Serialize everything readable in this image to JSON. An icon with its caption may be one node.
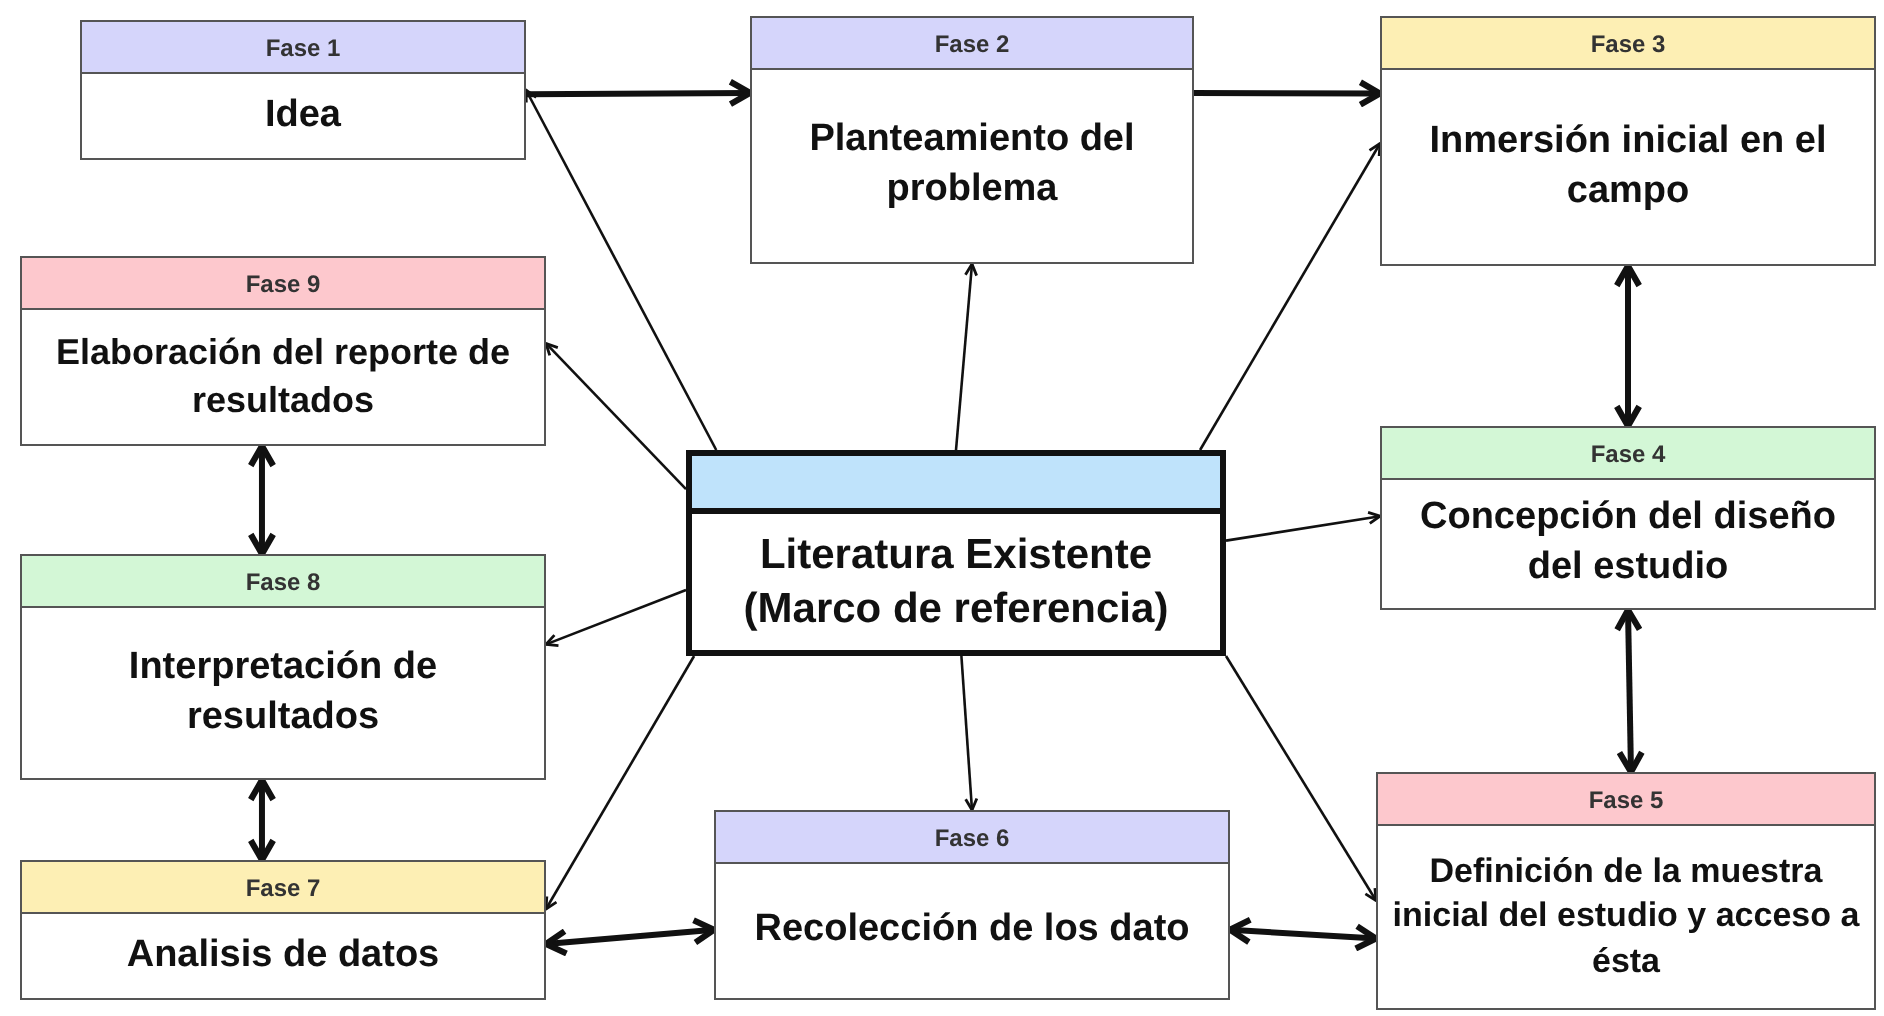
{
  "diagram": {
    "nodes": [
      {
        "text": [
          "Fase 1",
          "Idea"
        ]
      },
      {
        "text": [
          "Fase 2",
          "Planteamiento del problema"
        ]
      },
      {
        "text": [
          "Fase 3",
          "Inmersión inicial en el campo"
        ]
      },
      {
        "text": [
          "Fase 4",
          "Concepción del diseño del estudio"
        ]
      },
      {
        "text": [
          "Fase 5",
          "Definición de la muestra inicial del estudio y acceso a ésta"
        ]
      },
      {
        "text": [
          "Fase 6",
          "Recolección de los dato"
        ]
      },
      {
        "text": [
          "Fase 7",
          "Analisis de datos"
        ]
      },
      {
        "text": [
          "Fase 8",
          "Interpretación de resultados"
        ]
      },
      {
        "text": [
          "Fase 9",
          "Elaboración del reporte de resultados"
        ]
      },
      {
        "text": [
          "Literatura Existente (Marco de referencia)"
        ]
      }
    ],
    "edges": [
      {
        "from": 0,
        "to": 1,
        "arrow": "to",
        "style": "thick"
      },
      {
        "from": 1,
        "to": 2,
        "arrow": "to",
        "style": "thick"
      },
      {
        "from": 2,
        "to": 3,
        "arrow": "both",
        "style": "thick"
      },
      {
        "from": 3,
        "to": 4,
        "arrow": "both",
        "style": "thick"
      },
      {
        "from": 4,
        "to": 5,
        "arrow": "both",
        "style": "thick"
      },
      {
        "from": 5,
        "to": 6,
        "arrow": "both",
        "style": "thick"
      },
      {
        "from": 6,
        "to": 7,
        "arrow": "both",
        "style": "thick"
      },
      {
        "from": 7,
        "to": 8,
        "arrow": "both",
        "style": "thick"
      },
      {
        "from": 9,
        "to": 0,
        "arrow": "to"
      },
      {
        "from": 9,
        "to": 1,
        "arrow": "to"
      },
      {
        "from": 9,
        "to": 2,
        "arrow": "to"
      },
      {
        "from": 9,
        "to": 8,
        "arrow": "to"
      },
      {
        "from": 9,
        "to": 3,
        "arrow": "to"
      },
      {
        "from": 9,
        "to": 7,
        "arrow": "to"
      },
      {
        "from": 9,
        "to": 6,
        "arrow": "to"
      },
      {
        "from": 9,
        "to": 5,
        "arrow": "to"
      },
      {
        "from": 9,
        "to": 4,
        "arrow": "to"
      }
    ]
  }
}
